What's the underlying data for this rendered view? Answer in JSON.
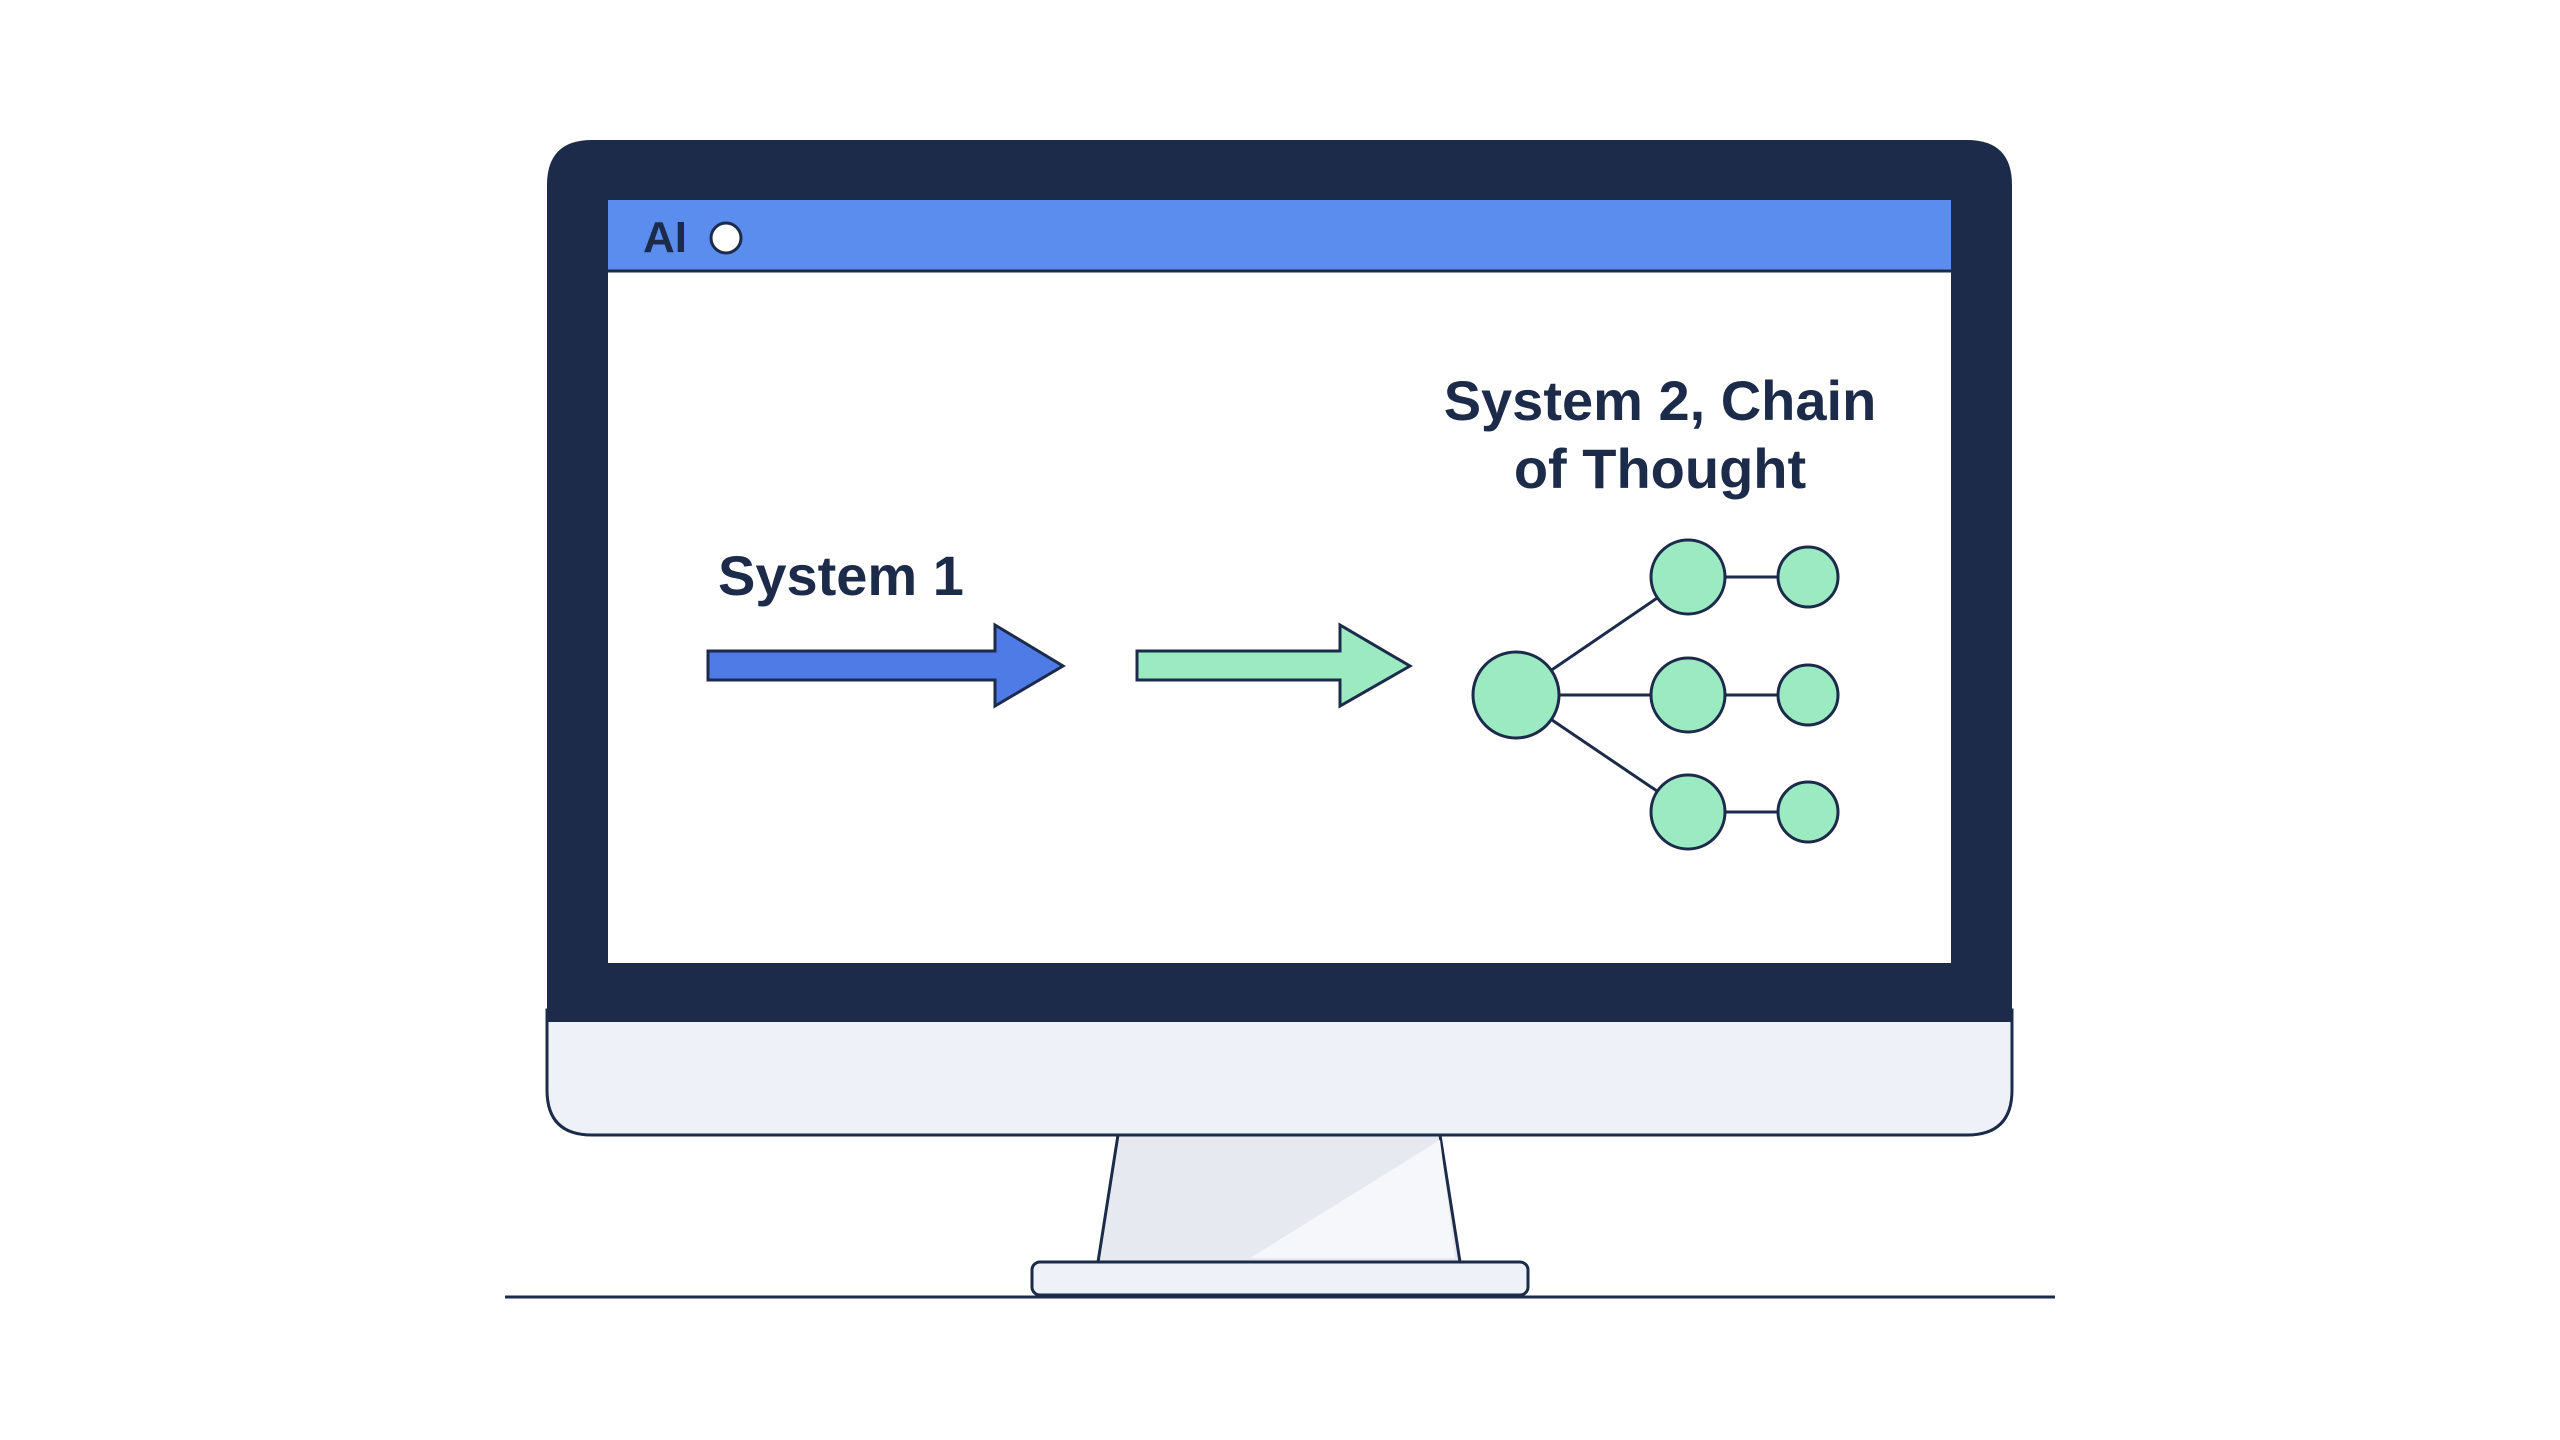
{
  "titlebar": {
    "app_label": "AI"
  },
  "diagram": {
    "system1_label": "System 1",
    "system2_label_line1": "System 2, Chain",
    "system2_label_line2": "of Thought"
  },
  "colors": {
    "bezel": "#1c2b4a",
    "titlebar": "#5b8def",
    "screen": "#ffffff",
    "chin": "#eef1f7",
    "stand": "#e6e9ef",
    "outline": "#1c2b4a",
    "blue_arrow": "#4f7be6",
    "green": "#9beac2",
    "text": "#1c2b4a"
  },
  "icons": {
    "titlebar_dot": "circle-icon",
    "arrow_system1": "arrow-right-icon",
    "arrow_system2": "arrow-right-icon"
  }
}
